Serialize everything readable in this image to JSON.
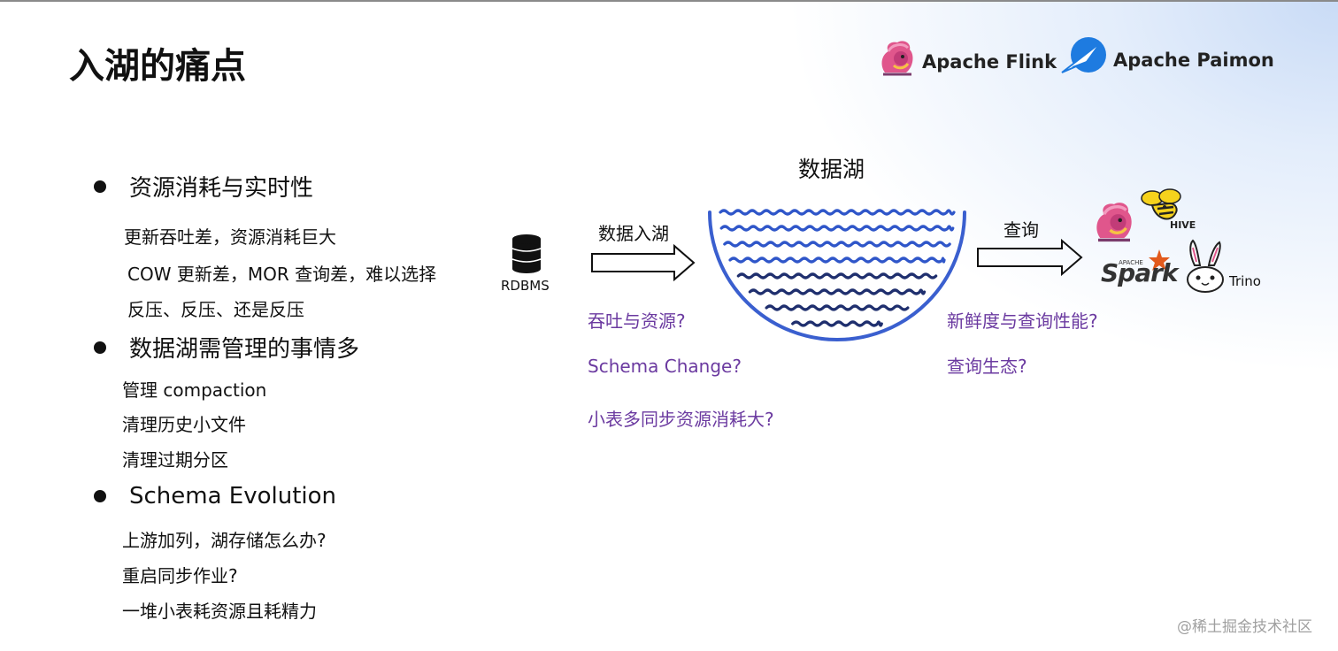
{
  "slide": {
    "title": "入湖的痛点",
    "brands": [
      {
        "name": "Apache Flink",
        "icon": "flink-squirrel-icon"
      },
      {
        "name": "Apache Paimon",
        "icon": "paimon-plane-icon"
      }
    ]
  },
  "points": [
    {
      "heading": "资源消耗与实时性",
      "items": [
        "更新吞吐差，资源消耗巨大",
        "COW 更新差，MOR 查询差，难以选择",
        "反压、反压、还是反压"
      ]
    },
    {
      "heading": "数据湖需管理的事情多",
      "items": [
        "管理 compaction",
        "清理历史小文件",
        "清理过期分区"
      ]
    },
    {
      "heading": "Schema Evolution",
      "items": [
        "上游加列，湖存储怎么办?",
        "重启同步作业?",
        "一堆小表耗资源且耗精力"
      ]
    }
  ],
  "diagram": {
    "source_label": "RDBMS",
    "ingest_label": "数据入湖",
    "lake_label": "数据湖",
    "query_label": "查询",
    "left_questions": [
      "吞吐与资源?",
      "Schema Change?",
      "小表多同步资源消耗大?"
    ],
    "right_questions": [
      "新鲜度与查询性能?",
      "查询生态?"
    ],
    "engines": [
      {
        "name": "Flink",
        "icon": "flink-squirrel-icon"
      },
      {
        "name": "HIVE",
        "icon": "hive-bee-icon"
      },
      {
        "name": "Spark",
        "icon": "spark-star-icon"
      },
      {
        "name": "Trino",
        "icon": "trino-bunny-icon"
      }
    ],
    "engine_text": {
      "hive": "HIVE",
      "spark_small": "APACHE",
      "spark": "Spark",
      "trino": "Trino"
    }
  },
  "colors": {
    "question_purple": "#6b3aa0",
    "lake_blue": "#3a5fcf",
    "wave_dark": "#1f2f6e",
    "wave_mid": "#2f56c9",
    "flink_pink": "#e0568c",
    "spark_orange": "#e25a1c",
    "hive_yellow": "#f6d21c"
  },
  "watermark": "@稀土掘金技术社区"
}
